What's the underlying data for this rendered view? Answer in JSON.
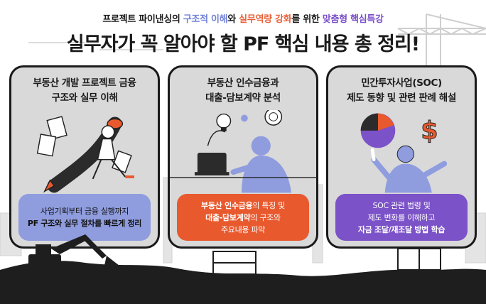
{
  "header": {
    "subtitle_parts": [
      {
        "text": "프로젝트 파이낸싱의 ",
        "color": "default"
      },
      {
        "text": "구조적 이해",
        "color": "blue"
      },
      {
        "text": "와 ",
        "color": "default"
      },
      {
        "text": "실무역량 강화",
        "color": "orange"
      },
      {
        "text": "를 위한 ",
        "color": "default"
      },
      {
        "text": "맞춤형 핵심특강",
        "color": "purple"
      }
    ],
    "title": "실무자가 꼭 알아야 할 PF 핵심 내용 총 정리!"
  },
  "cards": [
    {
      "title_lines": [
        "부동산 개발 프로젝트 금융",
        "구조와 실무 이해"
      ],
      "desc_lines": [
        [
          {
            "text": "사업기획부터 금융 실행까지",
            "bold": false
          }
        ],
        [
          {
            "text": "PF 구조와 실무 절차를 빠르게 정리",
            "bold": true
          }
        ]
      ],
      "illustration_icon": "person-with-giant-pen-icon",
      "color": "#8f9ddf"
    },
    {
      "title_lines": [
        "부동산 인수금융과",
        "대출-담보계약 분석"
      ],
      "desc_lines": [
        [
          {
            "text": "부동산 인수금융",
            "bold": true
          },
          {
            "text": "의 특징 및",
            "bold": false
          }
        ],
        [
          {
            "text": "대출-담보계약",
            "bold": true
          },
          {
            "text": "의 구조와",
            "bold": false
          }
        ],
        [
          {
            "text": "주요내용 파악",
            "bold": false
          }
        ]
      ],
      "illustration_icon": "person-with-laptop-lightbulb-icon",
      "color": "#e8592e"
    },
    {
      "title_lines": [
        "민간투자사업(SOC)",
        "제도 동향 및 관련 판례 해설"
      ],
      "desc_lines": [
        [
          {
            "text": "SOC 관련 법령 및",
            "bold": false
          }
        ],
        [
          {
            "text": "제도 변화를 이해하고",
            "bold": false
          }
        ],
        [
          {
            "text": "자금 조달/재조달 방법 학습",
            "bold": true
          }
        ]
      ],
      "illustration_icon": "person-with-pie-chart-dollar-icon",
      "color": "#7b52c7"
    }
  ],
  "colors": {
    "blue": "#6f7fd8",
    "orange": "#e8623a",
    "purple": "#7a4fc8",
    "card_bg": "#d9d9d9",
    "ink": "#1a1a1a"
  },
  "background_icons": [
    "crane-icon",
    "excavator-icon",
    "construction-skyline-icon"
  ]
}
